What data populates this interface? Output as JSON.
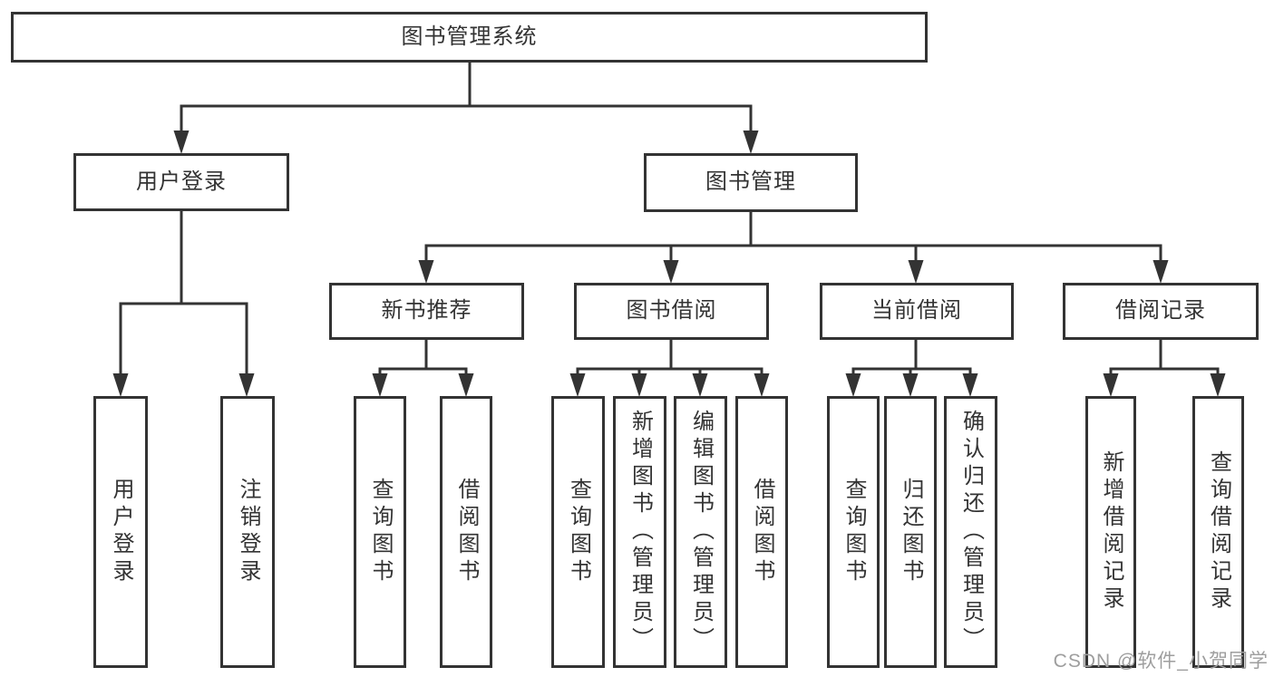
{
  "diagram": {
    "title": "图书管理系统",
    "nodes": [
      {
        "id": "root",
        "label": "图书管理系统",
        "orientation": "horizontal"
      },
      {
        "id": "user-login",
        "label": "用户登录",
        "orientation": "horizontal"
      },
      {
        "id": "book-management",
        "label": "图书管理",
        "orientation": "horizontal"
      },
      {
        "id": "new-book-recommend",
        "label": "新书推荐",
        "orientation": "horizontal"
      },
      {
        "id": "book-borrow",
        "label": "图书借阅",
        "orientation": "horizontal"
      },
      {
        "id": "current-borrow",
        "label": "当前借阅",
        "orientation": "horizontal"
      },
      {
        "id": "borrow-records",
        "label": "借阅记录",
        "orientation": "horizontal"
      },
      {
        "id": "leaf-user-login",
        "label": "用户登录",
        "orientation": "vertical"
      },
      {
        "id": "leaf-logout",
        "label": "注销登录",
        "orientation": "vertical"
      },
      {
        "id": "leaf-query-book-1",
        "label": "查询图书",
        "orientation": "vertical"
      },
      {
        "id": "leaf-borrow-book-1",
        "label": "借阅图书",
        "orientation": "vertical"
      },
      {
        "id": "leaf-query-book-2",
        "label": "查询图书",
        "orientation": "vertical"
      },
      {
        "id": "leaf-add-book",
        "label": "新增图书（管理员）",
        "orientation": "vertical"
      },
      {
        "id": "leaf-edit-book",
        "label": "编辑图书（管理员）",
        "orientation": "vertical"
      },
      {
        "id": "leaf-borrow-book-2",
        "label": "借阅图书",
        "orientation": "vertical"
      },
      {
        "id": "leaf-query-book-3",
        "label": "查询图书",
        "orientation": "vertical"
      },
      {
        "id": "leaf-return-book",
        "label": "归还图书",
        "orientation": "vertical"
      },
      {
        "id": "leaf-confirm-return",
        "label": "确认归还（管理员）",
        "orientation": "vertical"
      },
      {
        "id": "leaf-add-borrow-record",
        "label": "新增借阅记录",
        "orientation": "vertical"
      },
      {
        "id": "leaf-query-borrow-record",
        "label": "查询借阅记录",
        "orientation": "vertical"
      }
    ]
  },
  "watermark": {
    "text": "CSDN @软件_小贺同学"
  },
  "colors": {
    "line": "#333333",
    "text": "#333333",
    "watermark": "#9e9e9e",
    "background": "#ffffff"
  }
}
